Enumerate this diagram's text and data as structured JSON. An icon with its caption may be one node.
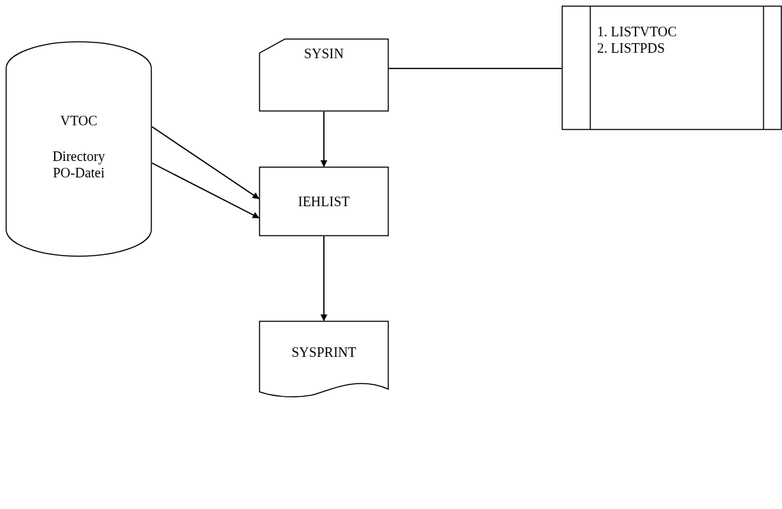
{
  "diagram": {
    "nodes": [
      {
        "text": [
          "SYSIN"
        ]
      },
      {
        "text": [
          "1. LISTVTOC",
          "2. LISTPDS"
        ]
      },
      {
        "text": [
          "VTOC",
          "Directory PO-Datei"
        ]
      },
      {
        "text": [
          "IEHLIST"
        ]
      },
      {
        "text": [
          "SYSPRINT"
        ]
      }
    ],
    "edges": [
      {
        "from": 0,
        "to": 1,
        "arrow": "none"
      },
      {
        "from": 0,
        "to": 3,
        "arrow": "to"
      },
      {
        "from": 2,
        "to": 3,
        "arrow": "to"
      },
      {
        "from": 2,
        "to": 3,
        "arrow": "to"
      },
      {
        "from": 3,
        "to": 4,
        "arrow": "to"
      }
    ]
  }
}
